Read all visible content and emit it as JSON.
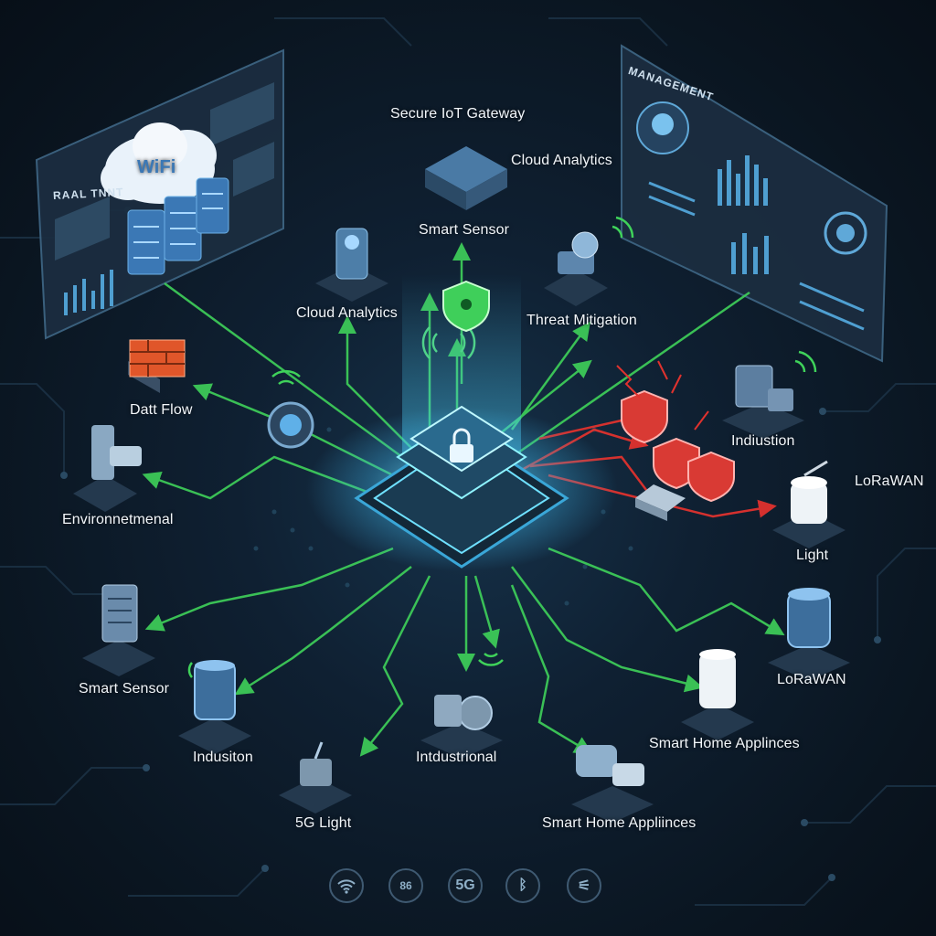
{
  "labels": {
    "secure_gateway": "Secure IoT Gateway",
    "cloud_analytics_top": "Cloud Analytics",
    "smart_sensor_top": "Smart Sensor",
    "cloud_analytics_left": "Cloud Analytics",
    "threat_mitigation": "Threat Mitigation",
    "data_flow": "Datt Flow",
    "environmental": "Environnetmenal",
    "indiustion_right": "Indiustion",
    "lorawan_right": "LoRaWAN",
    "light_right": "Light",
    "lorawan_lower": "LoRaWAN",
    "smart_sensor_left": "Smart Sensor",
    "indusiton_bottom": "Indusiton",
    "industrional": "Intdustrional",
    "smart_home_right": "Smart Home Applinces",
    "fiveg_light": "5G  Light",
    "smart_home_bottom": "Smart Home Appliinces"
  },
  "panels": {
    "left_title": "RAAL TNNT",
    "right_title": "MANAGEMENT",
    "cloud_text": "WiFi"
  },
  "protocols": [
    {
      "name": "wifi-icon",
      "text": ""
    },
    {
      "name": "86-icon",
      "text": "86"
    },
    {
      "name": "5g-icon",
      "text": "5G"
    },
    {
      "name": "bluetooth-icon",
      "text": "ᛒ"
    },
    {
      "name": "antenna-icon",
      "text": "⚟"
    }
  ],
  "colors": {
    "flow_green": "#3fd25a",
    "threat_red": "#e0322e",
    "core_glow": "#4fd6ff",
    "panel_bg": "#1b2d40"
  }
}
